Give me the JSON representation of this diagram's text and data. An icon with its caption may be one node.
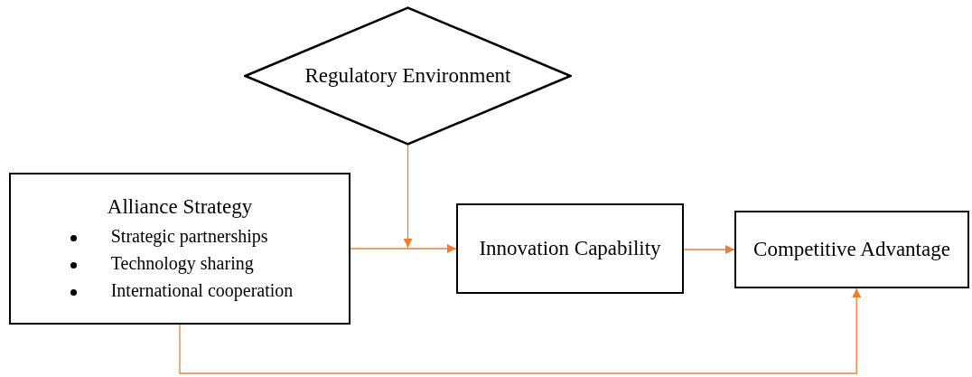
{
  "diagram": {
    "nodes": [
      {
        "text": [
          "Regulatory Environment"
        ]
      },
      {
        "text": [
          "Alliance Strategy",
          "Strategic partnerships",
          "Technology sharing",
          "International cooperation"
        ]
      },
      {
        "text": [
          "Innovation Capability"
        ]
      },
      {
        "text": [
          "Competitive Advantage"
        ]
      }
    ],
    "edges": [
      {
        "from": 1,
        "to": 2,
        "arrow": "to"
      },
      {
        "from": 2,
        "to": 3,
        "arrow": "to"
      },
      {
        "from": 0,
        "to": null,
        "arrow": "to"
      },
      {
        "from": 1,
        "to": 3,
        "arrow": "to"
      }
    ]
  }
}
